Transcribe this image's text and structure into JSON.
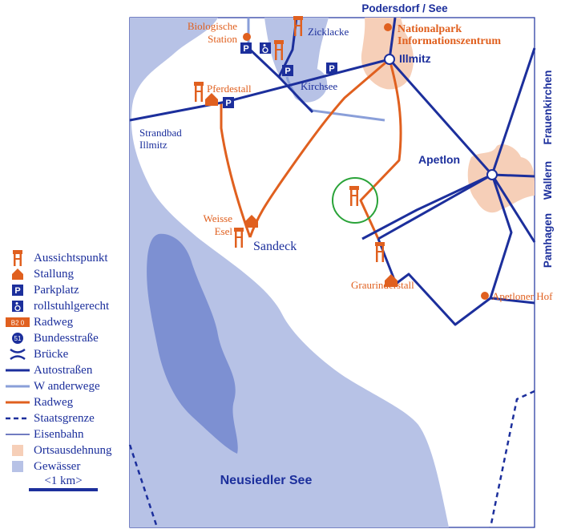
{
  "map": {
    "lake_name": "Neusiedler See",
    "places": {
      "podersdorf": "Podersdorf / See",
      "illmitz": "Illmitz",
      "apetlon": "Apetlon",
      "sandeck": "Sandeck",
      "frauenkirchen": "Frauenkirchen",
      "wallern": "Wallern",
      "pamhagen": "Pamhagen"
    },
    "pois": {
      "bio_station_line1": "Biologische",
      "bio_station_line2": "Station",
      "zicklacke": "Zicklacke",
      "nationalpark_line1": "Nationalpark",
      "nationalpark_line2": "Informationszentrum",
      "pferdestall": "Pferdestall",
      "kirchsee": "Kirchsee",
      "strandbad_line1": "Strandbad",
      "strandbad_line2": "Illmitz",
      "weisse_esel_line1": "Weisse",
      "weisse_esel_line2": "Esel",
      "graurinderstall": "Graurinderstall",
      "apetloner_hof": "Apetloner Hof",
      "parking_symbol": "P"
    },
    "colors": {
      "lake": "#b7c2e6",
      "lake_deep": "#7d90d2",
      "settlement": "#f6cfb8",
      "road": "#1c2f9c",
      "hiking": "#8a9fd9",
      "cycle": "#e0601f",
      "poi": "#e0601f",
      "highlight": "#2aa339",
      "border": "#1c2f9c"
    }
  },
  "legend": {
    "items": [
      {
        "label": "Aussichtspunkt",
        "icon": "lookout-tower-icon"
      },
      {
        "label": "Stallung",
        "icon": "stable-icon"
      },
      {
        "label": "Parkplatz",
        "icon": "parking-icon"
      },
      {
        "label": "rollstuhlgerecht",
        "icon": "wheelchair-icon"
      },
      {
        "label": "Radweg",
        "icon": "cycle-route-number-icon",
        "sample": "B2 0"
      },
      {
        "label": "Bundesstraße",
        "icon": "federal-road-icon",
        "sample": "51"
      },
      {
        "label": "Brücke",
        "icon": "bridge-icon"
      },
      {
        "label": "Autostraßen",
        "icon": "road-line-icon"
      },
      {
        "label": "W anderwege",
        "icon": "hiking-line-icon"
      },
      {
        "label": "Radweg",
        "icon": "cycle-line-icon"
      },
      {
        "label": "Staatsgrenze",
        "icon": "state-border-icon"
      },
      {
        "label": "Eisenbahn",
        "icon": "railway-icon"
      },
      {
        "label": "Ortsausdehnung",
        "icon": "settlement-area-icon"
      },
      {
        "label": "Gewässer",
        "icon": "water-area-icon"
      }
    ],
    "scale_label": "<1 km>"
  }
}
